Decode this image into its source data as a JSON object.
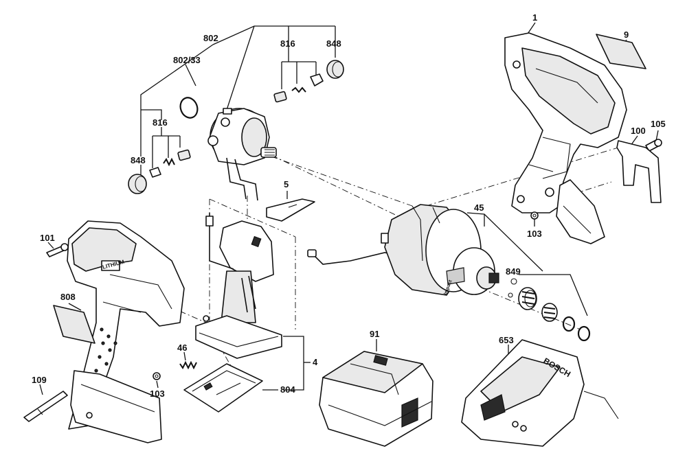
{
  "labels": {
    "l1": "1",
    "l9": "9",
    "l105": "105",
    "l100": "100",
    "l103a": "103",
    "l45": "45",
    "l849": "849",
    "l802": "802",
    "l802_33": "802/33",
    "l816a": "816",
    "l848a": "848",
    "l816b": "816",
    "l848b": "848",
    "l5": "5",
    "l101": "101",
    "l808": "808",
    "l109": "109",
    "l103b": "103",
    "l46": "46",
    "l4": "4",
    "l804": "804",
    "l91": "91",
    "l653": "653"
  },
  "charger_text": "BOSCH",
  "housing_text": "LITHIUM",
  "motor_text": "Impact"
}
